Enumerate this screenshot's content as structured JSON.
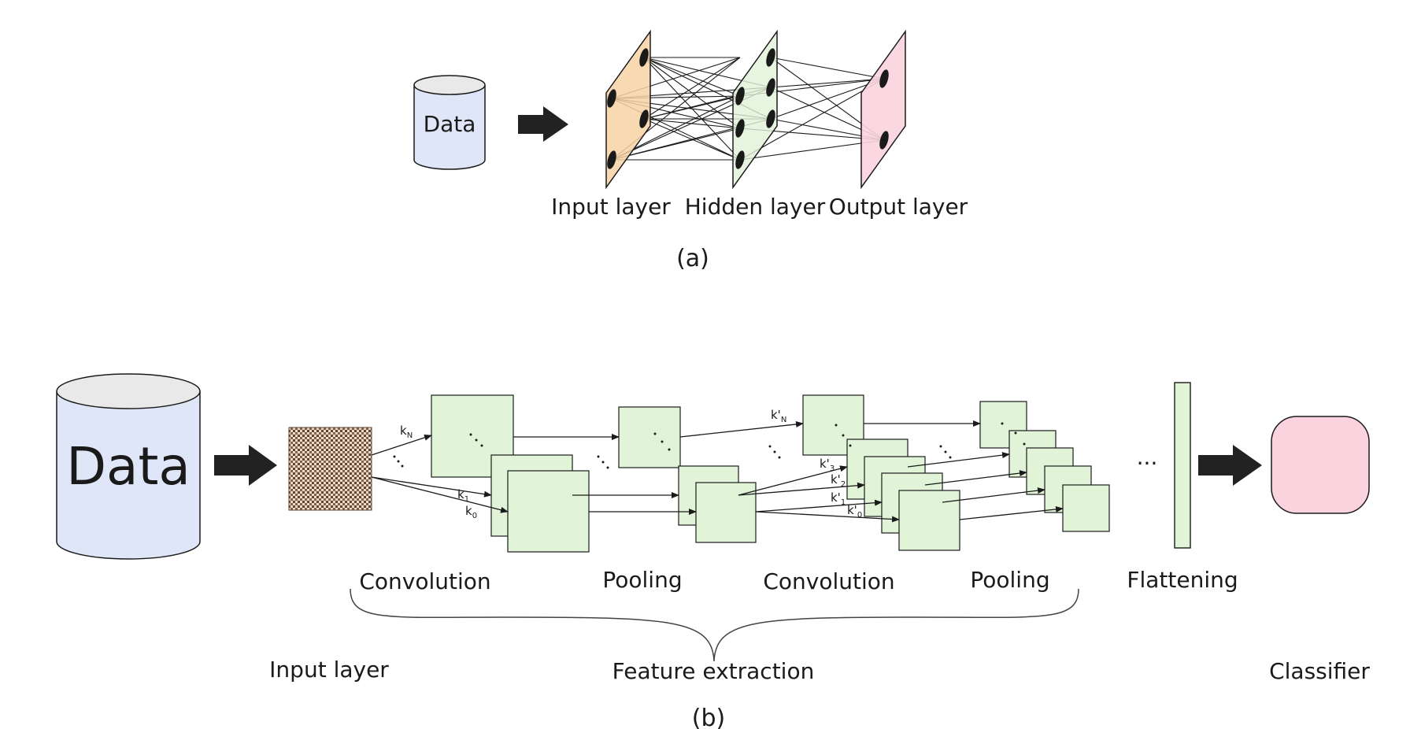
{
  "colors": {
    "data_cylinder": "#dfe6f7",
    "cylinder_top": "#e9e9e9",
    "input_plane": "#f8d2a4",
    "hidden_plane": "#e1f1d8",
    "output_plane": "#fbd3de",
    "feature_map": "#e1f4d8",
    "classifier": "#fbd3de",
    "stroke": "#1a1a1a",
    "grid_dark": "#5a4636",
    "grid_light": "#f2d9c0"
  },
  "icons": {
    "arrow": "block-arrow-icon",
    "database": "cylinder-icon"
  },
  "panel_a": {
    "data_label": "Data",
    "input_layer_label": "Input layer",
    "hidden_layer_label": "Hidden layer",
    "output_layer_label": "Output layer",
    "caption": "(a)"
  },
  "panel_b": {
    "data_label": "Data",
    "kernel_labels": {
      "kN": "k",
      "kN_sub": "N",
      "k1": "k",
      "k1_sub": "1",
      "k0": "k",
      "k0_sub": "0",
      "kpN": "k'",
      "kpN_sub": "N",
      "kp3": "k'",
      "kp3_sub": "3",
      "kp2": "k'",
      "kp2_sub": "2",
      "kp1": "k'",
      "kp1_sub": "1",
      "kp0": "k'",
      "kp0_sub": "0"
    },
    "conv1_label": "Convolution",
    "pool1_label": "Pooling",
    "conv2_label": "Convolution",
    "pool2_label": "Pooling",
    "flatten_label": "Flattening",
    "ellipsis": "···",
    "input_layer_label": "Input layer",
    "feature_extraction_label": "Feature extraction",
    "classifier_label": "Classifier",
    "caption": "(b)"
  }
}
